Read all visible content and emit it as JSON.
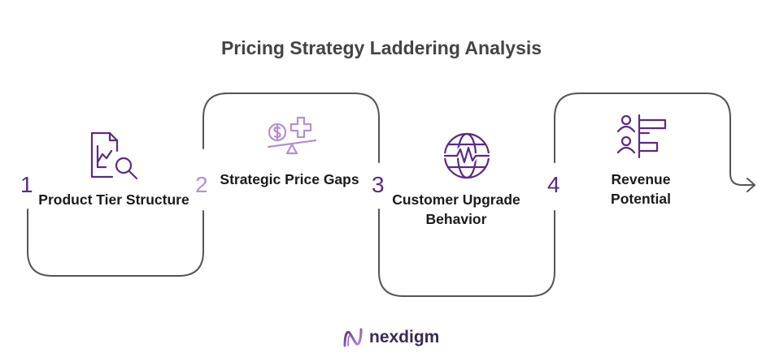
{
  "title": "Pricing Strategy Laddering Analysis",
  "steps": [
    {
      "number": "1",
      "label": "Product Tier Structure",
      "icon": "document-search-chart-icon"
    },
    {
      "number": "2",
      "label": "Strategic Price Gaps",
      "icon": "dollar-scale-plus-icon"
    },
    {
      "number": "3",
      "label": "Customer Upgrade Behavior",
      "icon": "globe-pulse-icon"
    },
    {
      "number": "4",
      "label": "Revenue Potential",
      "icon": "people-bars-icon"
    }
  ],
  "brand": {
    "name": "nexdigm"
  },
  "colors": {
    "accent": "#5b2a86",
    "accent_light": "#b58fd4",
    "line": "#555555"
  }
}
